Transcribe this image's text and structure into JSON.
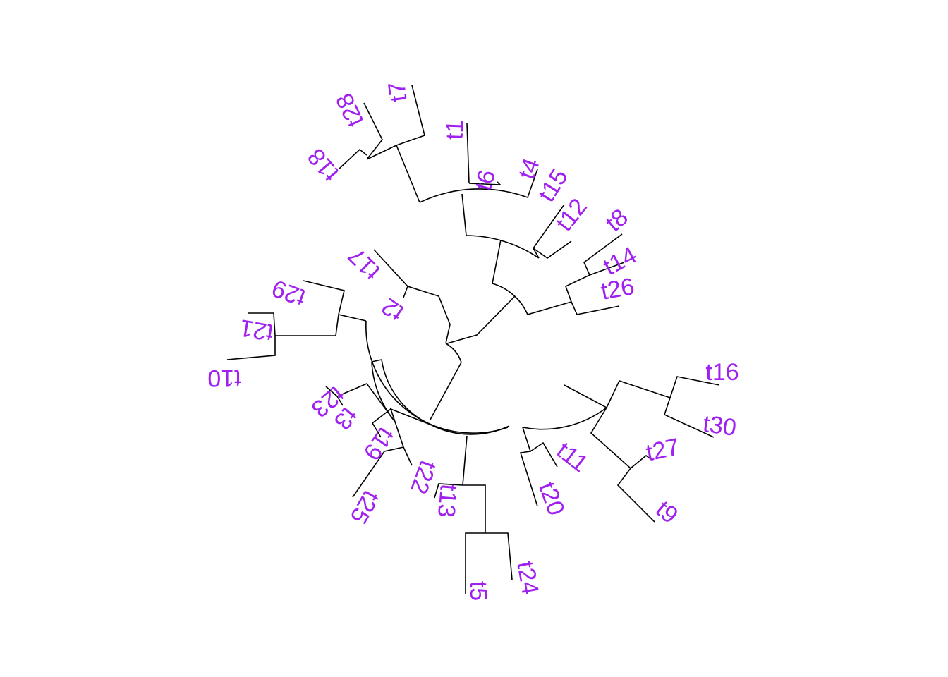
{
  "label_color": "#a020f0",
  "branch_color": "#000000",
  "tips": [
    "t16",
    "t30",
    "t27",
    "t9",
    "t11",
    "t20",
    "t24",
    "t5",
    "t13",
    "t22",
    "t25",
    "t19",
    "t3",
    "t23",
    "t10",
    "t21",
    "t29",
    "t2",
    "t17",
    "t18",
    "t28",
    "t7",
    "t1",
    "t6",
    "t4",
    "t15",
    "t12",
    "t8",
    "t14",
    "t26"
  ]
}
